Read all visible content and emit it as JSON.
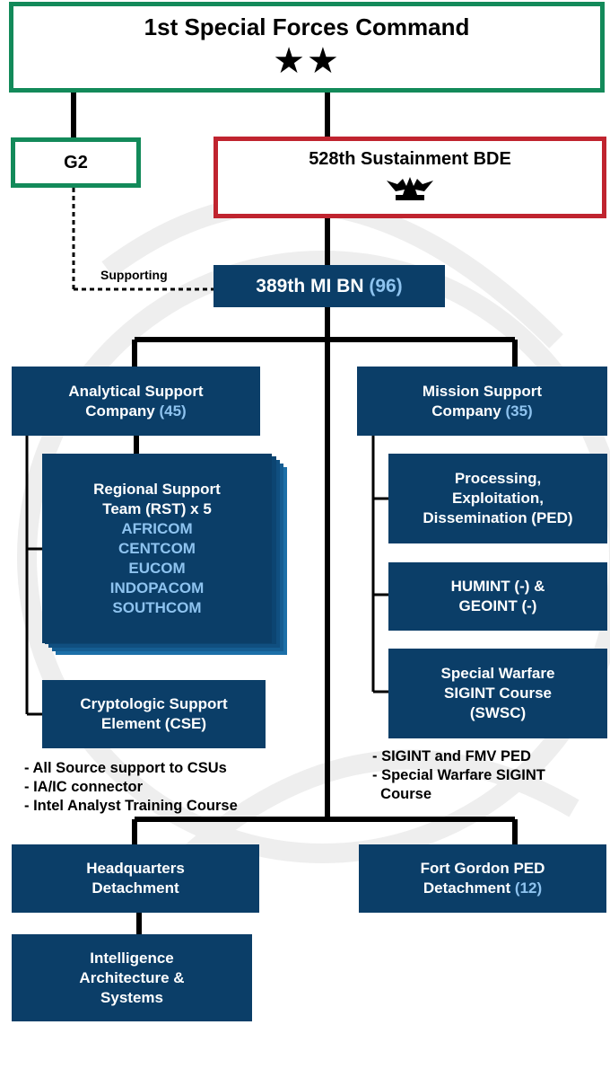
{
  "command": {
    "title": "1st Special Forces Command",
    "stars": "★★"
  },
  "g2": {
    "label": "G2"
  },
  "sustainment": {
    "title": "528th Sustainment BDE",
    "insignia": "eagle-insignia-icon"
  },
  "supporting_label": "Supporting",
  "battalion": {
    "name": "389th MI BN",
    "count": "(96)"
  },
  "analytical": {
    "line1": "Analytical Support",
    "line2": "Company",
    "count": "(45)"
  },
  "mission": {
    "line1": "Mission Support",
    "line2": "Company",
    "count": "(35)"
  },
  "rst": {
    "line1": "Regional Support",
    "line2": "Team (RST) x 5",
    "commands": [
      "AFRICOM",
      "CENTCOM",
      "EUCOM",
      "INDOPACOM",
      "SOUTHCOM"
    ]
  },
  "cse": {
    "line1": "Cryptologic Support",
    "line2": "Element (CSE)"
  },
  "ped": {
    "line1": "Processing,",
    "line2": "Exploitation,",
    "line3": "Dissemination (PED)"
  },
  "humint": {
    "line1": "HUMINT (-) &",
    "line2": "GEOINT (-)"
  },
  "swsc": {
    "line1": "Special Warfare",
    "line2": "SIGINT Course",
    "line3": "(SWSC)"
  },
  "analytical_notes": [
    "- All Source support to CSUs",
    "- IA/IC connector",
    "- Intel Analyst Training Course"
  ],
  "mission_notes": [
    "- SIGINT and FMV PED",
    "- Special Warfare SIGINT",
    "  Course"
  ],
  "hq": {
    "line1": "Headquarters",
    "line2": "Detachment"
  },
  "fort_gordon": {
    "line1": "Fort Gordon PED",
    "line2": "Detachment",
    "count": "(12)"
  },
  "intel_arch": {
    "line1": "Intelligence",
    "line2": "Architecture &",
    "line3": "Systems"
  },
  "colors": {
    "navy": "#0b3e68",
    "accent": "#8ec3ef",
    "green": "#138a5a",
    "red": "#c0242f",
    "stack_blue": "#1c6fa8"
  }
}
